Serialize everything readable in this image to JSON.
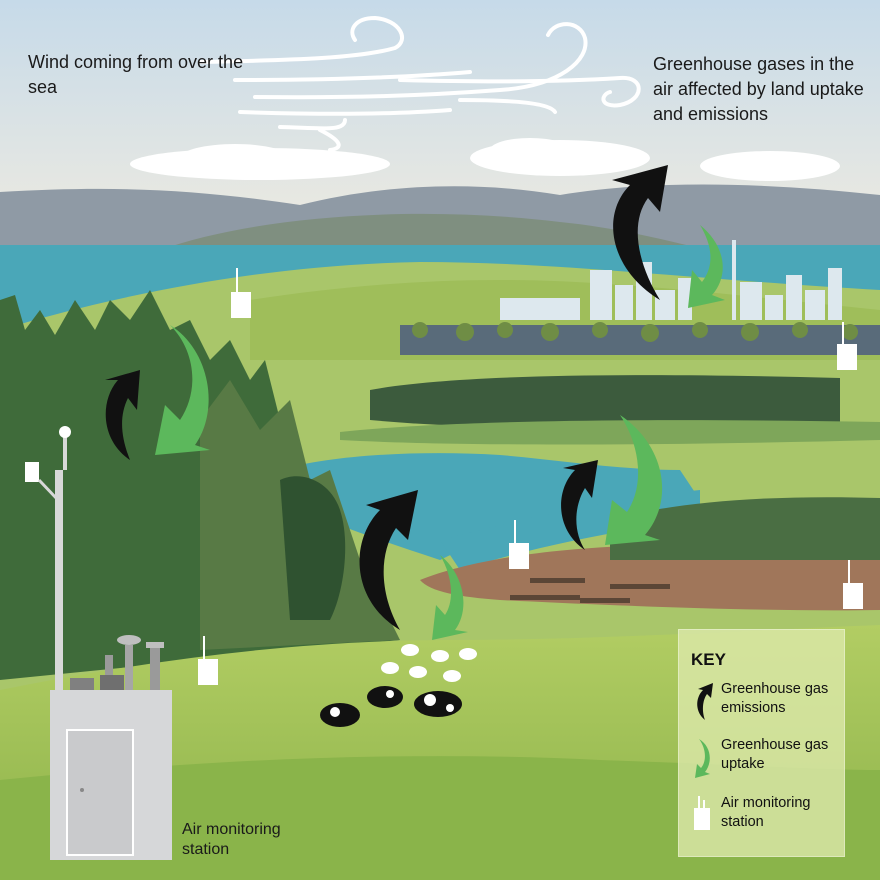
{
  "labels": {
    "wind": "Wind coming from over the sea",
    "ghg": "Greenhouse gases in the air affected by land uptake and emissions",
    "station": "Air monitoring station"
  },
  "key": {
    "title": "KEY",
    "items": [
      {
        "label": "Greenhouse gas emissions",
        "icon": "black-curved-arrow-icon"
      },
      {
        "label": "Greenhouse gas uptake",
        "icon": "green-curved-arrow-icon"
      },
      {
        "label": "Air monitoring station",
        "icon": "monitoring-station-icon"
      }
    ]
  },
  "colors": {
    "emission": "#111111",
    "uptake": "#5cb85c",
    "sea": "#4aa7b8",
    "sky_top": "#c9dcea",
    "forest": "#3f6b3a",
    "pasture": "#b9d36a"
  }
}
